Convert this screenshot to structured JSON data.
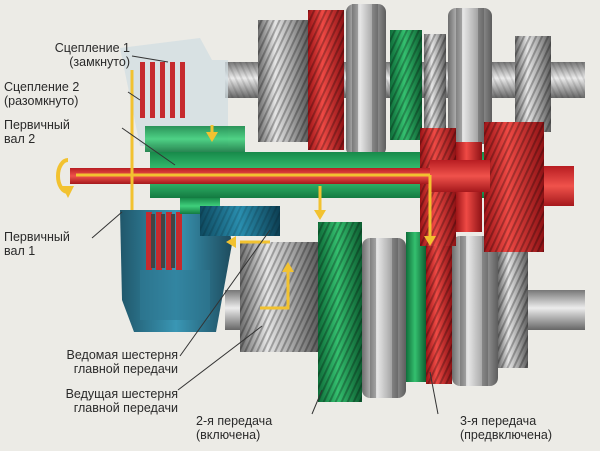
{
  "labels": {
    "clutch1": [
      "Сцепление 1",
      "(замкнуто)"
    ],
    "clutch2": [
      "Сцепление 2",
      "(разомкнуто)"
    ],
    "shaft2": [
      "Первичный",
      "вал 2"
    ],
    "shaft1": [
      "Первичный",
      "вал 1"
    ],
    "driven_gear": [
      "Ведомая шестерня",
      "главной передачи"
    ],
    "drive_gear": [
      "Ведущая шестерня",
      "главной передачи"
    ],
    "gear2": [
      "2-я передача",
      "(включена)"
    ],
    "gear3": [
      "3-я передача",
      "(предвключена)"
    ]
  },
  "colors": {
    "background": "#ecebe6",
    "shaft2_red": "#d8262a",
    "shaft1_green": "#1fa25a",
    "housing_blue": "#1f6f8a",
    "flow_yellow": "#f2c230",
    "metal": "#9a9a9a",
    "text": "#2a2a2a"
  },
  "icons": [
    "rotation-arrow-icon",
    "power-flow-arrow-icon"
  ]
}
